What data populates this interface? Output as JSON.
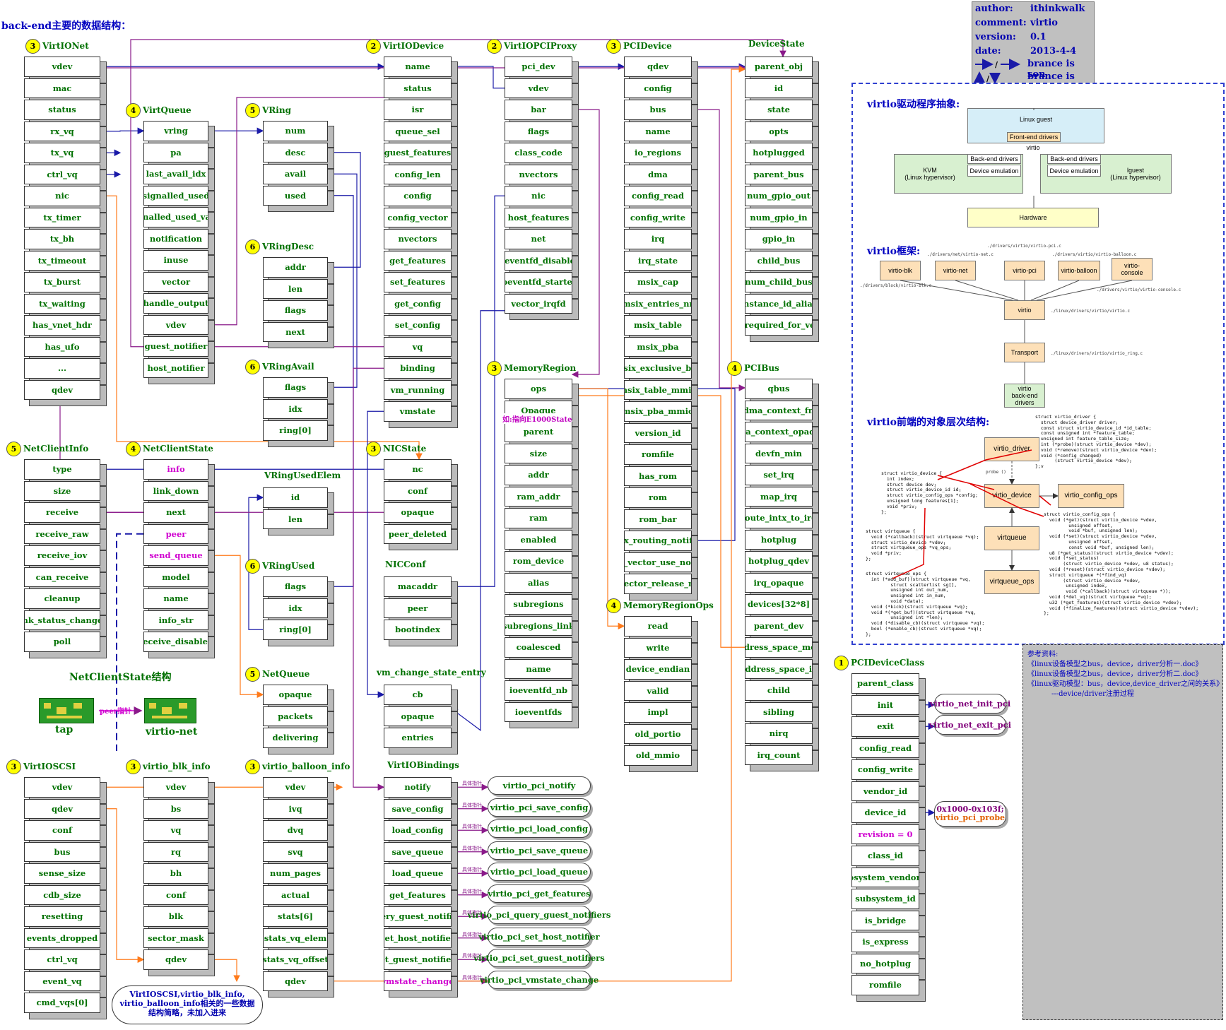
{
  "page_title": "back-end主要的数据结构：",
  "info": {
    "author_label": "author:",
    "author": "ithinkwalk",
    "comment_label": "comment:",
    "comment": "virtio",
    "version_label": "version:",
    "version": "0.1",
    "date_label": "date:",
    "date": "2013-4-4",
    "legend_son": "brance is son",
    "legend_brother": "brance is brother"
  },
  "structs": [
    {
      "id": "VirtIONet",
      "num": "3",
      "title": "VirtIONet",
      "fields": [
        "vdev",
        "mac",
        "status",
        "rx_vq",
        "tx_vq",
        "ctrl_vq",
        "nic",
        "tx_timer",
        "tx_bh",
        "tx_timeout",
        "tx_burst",
        "tx_waiting",
        "has_vnet_hdr",
        "has_ufo",
        "...",
        "qdev"
      ]
    },
    {
      "id": "VirtQueue",
      "num": "4",
      "title": "VirtQueue",
      "fields": [
        "vring",
        "pa",
        "last_avail_idx",
        "signalled_used",
        "signalled_used_valid",
        "notification",
        "inuse",
        "vector",
        "handle_output",
        "vdev",
        "guest_notifier",
        "host_notifier"
      ]
    },
    {
      "id": "VRing",
      "num": "5",
      "title": "VRing",
      "fields": [
        "num",
        "desc",
        "avail",
        "used"
      ]
    },
    {
      "id": "VRingDesc",
      "num": "6",
      "title": "VRingDesc",
      "fields": [
        "addr",
        "len",
        "flags",
        "next"
      ]
    },
    {
      "id": "VRingAvail",
      "num": "6",
      "title": "VRingAvail",
      "fields": [
        "flags",
        "idx",
        "ring[0]"
      ]
    },
    {
      "id": "VRingUsedElem",
      "num": "",
      "title": "VRingUsedElem",
      "fields": [
        "id",
        "len"
      ]
    },
    {
      "id": "VRingUsed",
      "num": "6",
      "title": "VRingUsed",
      "fields": [
        "flags",
        "idx",
        "ring[0]"
      ]
    },
    {
      "id": "NetQueue",
      "num": "5",
      "title": "NetQueue",
      "fields": [
        "opaque",
        "packets",
        "delivering"
      ]
    },
    {
      "id": "VirtIODevice",
      "num": "2",
      "title": "VirtIODevice",
      "fields": [
        "name",
        "status",
        "isr",
        "queue_sel",
        "guest_features",
        "config_len",
        "config",
        "config_vector",
        "nvectors",
        "get_features",
        "set_features",
        "get_config",
        "set_config",
        "vq",
        "binding",
        "vm_running",
        "vmstate"
      ]
    },
    {
      "id": "VirtIOPCIProxy",
      "num": "2",
      "title": "VirtIOPCIProxy",
      "fields": [
        "pci_dev",
        "vdev",
        "bar",
        "flags",
        "class_code",
        "nvectors",
        "nic",
        "host_features",
        "net",
        "ioeventfd_disabled",
        "ioeventfd_started",
        "vector_irqfd"
      ]
    },
    {
      "id": "PCIDevice",
      "num": "3",
      "title": "PCIDevice",
      "fields": [
        "qdev",
        "config",
        "bus",
        "name",
        "io_regions",
        "dma",
        "config_read",
        "config_write",
        "irq",
        "irq_state",
        "msix_cap",
        "msix_entries_nr",
        "msix_table",
        "msix_pba",
        "msix_exclusive_bar",
        "msix_table_mmio",
        "msix_pba_mmio",
        "version_id",
        "romfile",
        "has_rom",
        "rom",
        "rom_bar",
        "intx_routing_notifier",
        "msix_vector_use_notifier",
        "msix_vector_release_notifier"
      ]
    },
    {
      "id": "DeviceState",
      "num": "",
      "title": "DeviceState",
      "fields": [
        "parent_obj",
        "id",
        "state",
        "opts",
        "hotplugged",
        "parent_bus",
        "num_gpio_out",
        "num_gpio_in",
        "gpio_in",
        "child_bus",
        "num_child_bus",
        "instance_id_alias",
        "alias_required_for_version"
      ]
    },
    {
      "id": "MemoryRegion",
      "num": "3",
      "title": "MemoryRegion",
      "fields": [
        "ops",
        "Opaque",
        "parent",
        "size",
        "addr",
        "ram_addr",
        "ram",
        "enabled",
        "rom_device",
        "alias",
        "subregions",
        "subregions_link",
        "coalesced",
        "name",
        "ioeventfd_nb",
        "ioeventfds"
      ]
    },
    {
      "id": "MemoryRegionOps",
      "num": "4",
      "title": "MemoryRegionOps",
      "fields": [
        "read",
        "write",
        "device_endian",
        "valid",
        "impl",
        "old_portio",
        "old_mmio"
      ]
    },
    {
      "id": "PCIBus",
      "num": "4",
      "title": "PCIBus",
      "fields": [
        "qbus",
        "dma_context_fn",
        "dma_context_opaque",
        "devfn_min",
        "set_irq",
        "map_irq",
        "route_intx_to_irq",
        "hotplug",
        "hotplug_qdev",
        "irq_opaque",
        "devices[32*8]",
        "parent_dev",
        "address_space_mem",
        "address_space_io",
        "child",
        "sibling",
        "nirq",
        "irq_count"
      ]
    },
    {
      "id": "NetClientInfo",
      "num": "5",
      "title": "NetClientInfo",
      "fields": [
        "type",
        "size",
        "receive",
        "receive_raw",
        "receive_iov",
        "can_receive",
        "cleanup",
        "link_status_changed",
        "poll"
      ]
    },
    {
      "id": "NetClientState",
      "num": "4",
      "title": "NetClientState",
      "fields": [
        "info",
        "link_down",
        "next",
        "peer",
        "send_queue",
        "model",
        "name",
        "info_str",
        "receive_disabled"
      ]
    },
    {
      "id": "NICState",
      "num": "3",
      "title": "NICState",
      "fields": [
        "nc",
        "conf",
        "opaque",
        "peer_deleted"
      ]
    },
    {
      "id": "NICConf",
      "num": "",
      "title": "NICConf",
      "fields": [
        "macaddr",
        "peer",
        "bootindex"
      ]
    },
    {
      "id": "vm_change_state_entry",
      "num": "",
      "title": "vm_change_state_entry",
      "fields": [
        "cb",
        "opaque",
        "entries"
      ]
    },
    {
      "id": "VirtIOBindings",
      "num": "",
      "title": "VirtIOBindings",
      "fields": [
        "notify",
        "save_config",
        "load_config",
        "save_queue",
        "load_queue",
        "get_features",
        "query_guest_notifiers",
        "set_host_notifier",
        "set_guest_notifiers",
        "vmstate_change"
      ]
    },
    {
      "id": "VirtIOSCSI",
      "num": "3",
      "title": "VirtIOSCSI",
      "fields": [
        "vdev",
        "qdev",
        "conf",
        "bus",
        "sense_size",
        "cdb_size",
        "resetting",
        "events_dropped",
        "ctrl_vq",
        "event_vq",
        "cmd_vqs[0]"
      ]
    },
    {
      "id": "virtio_blk_info",
      "num": "3",
      "title": "virtio_blk_info",
      "fields": [
        "vdev",
        "bs",
        "vq",
        "rq",
        "bh",
        "conf",
        "blk",
        "sector_mask",
        "qdev"
      ]
    },
    {
      "id": "virtio_balloon_info",
      "num": "3",
      "title": "virtio_balloon_info",
      "fields": [
        "vdev",
        "ivq",
        "dvq",
        "svq",
        "num_pages",
        "actual",
        "stats[6]",
        "stats_vq_elem",
        "stats_vq_offset",
        "qdev"
      ]
    },
    {
      "id": "PCIDeviceClass",
      "num": "1",
      "title": "PCIDeviceClass",
      "fields": [
        "parent_class",
        "init",
        "exit",
        "config_read",
        "config_write",
        "vendor_id",
        "device_id",
        "revision = 0",
        "class_id",
        "subsystem_vendor_id",
        "subsystem_id",
        "is_bridge",
        "is_express",
        "no_hotplug",
        "romfile"
      ]
    }
  ],
  "memregion_note": "如:指向E1000State",
  "bindings_funcs": [
    "virtio_pci_notify",
    "virtio_pci_save_config",
    "virtio_pci_load_config",
    "virtio_pci_save_queue",
    "virtio_pci_load_queue",
    "virtio_pci_get_features",
    "virtio_pci_query_guest_notifiers",
    "virtio_pci_set_host_notifier",
    "virtio_pci_set_guest_notifiers",
    "virtio_pci_vmstate_change"
  ],
  "bindings_arrow_label": "具体指针",
  "pci_class_values": {
    "init": "virtio_net_init_pci",
    "exit": "virtio_net_exit_pci",
    "device_id_range": "0x1000-0x103f;",
    "probe": "virtio_pci_probe"
  },
  "netclientstate_caption": "NetClientState结构",
  "tap_label": "tap",
  "virtio_net_label": "virtio-net",
  "peer_arrow_label": "peer指针",
  "cloud_note": "VirtIOSCSI,virtio_blk_info, virtio_balloon_info相关的一些数据结构简略，未加入进来",
  "refs": {
    "title": "参考资料:",
    "items": [
      "《linux设备模型之bus，device，driver分析一.doc》",
      "《linux设备模型之bus，device，driver分析二.doc》",
      "《linux驱动模型：bus，device,device_driver之间的关系》"
    ],
    "sub": "---device/driver注册过程"
  },
  "panel": {
    "abs_title": "virtio驱动程序抽象:",
    "linux_guest": "Linux guest",
    "frontend": "Front-end drivers",
    "virtio": "virtio",
    "backend1": "Back-end drivers",
    "devemu1": "Device emulation",
    "kvm": "KVM\n(Linux hypervisor)",
    "backend2": "Back-end drivers",
    "devemu2": "Device emulation",
    "lguest": "lguest\n(Linux hypervisor)",
    "hardware": "Hardware",
    "fw_title": "virtio框架:",
    "blk": "virtio-blk",
    "net": "virtio-net",
    "pci": "virtio-pci",
    "balloon": "virtio-balloon",
    "console": "virtio-\nconsole",
    "core": "virtio",
    "transport": "Transport",
    "be": "virtio\nback-end\ndrivers",
    "path_pci": "./drivers/virtio/virtio-pci.c",
    "path_net": "./drivers/net/virtio-net.c",
    "path_balloon": "./drivers/virtio/virtio-balloon.c",
    "path_blk": "./drivers/block/virtio-blk.c",
    "path_console": "./drivers/virtio/virtio-console.c",
    "path_virtio": "./linux/drivers/virtio/virtio.c",
    "path_ring": "./linux/drivers/virtio/virtio_ring.c",
    "hier_title": "virtio前端的对象层次结构:",
    "h_driver": "virtio_driver",
    "h_device": "virtio_device",
    "h_config_ops": "virtio_config_ops",
    "h_virtqueue": "virtqueue",
    "h_vq_ops": "virtqueue_ops",
    "probe": "probe ()",
    "code_driver": "struct virtio_driver {\n  struct device_driver driver;\n  const struct virtio_device_id *id_table;\n  const unsigned int *feature_table;\n  unsigned int feature_table_size;\n  int (*probe)(struct virtio_device *dev);\n  void (*remove)(struct virtio_device *dev);\n  void (*config_changed)\n       (struct virtio_device *dev);\n};v",
    "code_device": "struct virtio_device {\n  int index;\n  struct device dev;\n  struct virtio_device_id id;\n  struct virtio_config_ops *config;\n  unsigned long features[1];\n  void *priv;\n};",
    "code_vq": "struct virtqueue {\n  void (*callback)(struct virtqueue *vq);\n  struct virtio_device *vdev;\n  struct virtqueue_ops *vq_ops;\n  void *priv;\n};",
    "code_vqops": "struct virtqueue_ops {\n  int (*add_buf)(struct virtqueue *vq,\n         struct scatterlist sg[],\n         unsigned int out_num,\n         unsigned int in_num,\n         void *data);\n  void (*kick)(struct virtqueue *vq);\n  void *(*get_buf)(struct virtqueue *vq,\n         unsigned int *len);\n  void (*disable_cb)(struct virtqueue *vq);\n  bool (*enable_cb)(struct virtqueue *vq);\n};",
    "code_cfgops": "struct virtio_config_ops {\n  void (*get)(struct virtio_device *vdev,\n         unsigned offset,\n         void *buf, unsigned len);\n  void (*set)(struct virtio_device *vdev,\n         unsigned offset,\n         const void *buf, unsigned len);\n  u8 (*get_status)(struct virtio_device *vdev);\n  void (*set_status)\n       (struct virtio_device *vdev, u8 status);\n  void (*reset)(struct virtio_device *vdev);\n  struct virtqueue *(*find_vq)\n       (struct virtio_device *vdev,\n        unsigned index,\n        void (*callback)(struct virtqueue *));\n  void (*del_vq)(struct virtqueue *vq);\n  u32 (*get_features)(struct virtio_device *vdev);\n  void (*finalize_features)(struct virtio_device *vdev);\n};"
  },
  "colors": {
    "field_text": "#007000",
    "title_text": "#0000c0",
    "link_blue": "#1a1aa8",
    "link_purple": "#8a1a8a",
    "link_orange": "#ff7a1a",
    "panel_border": "#3040d0"
  }
}
